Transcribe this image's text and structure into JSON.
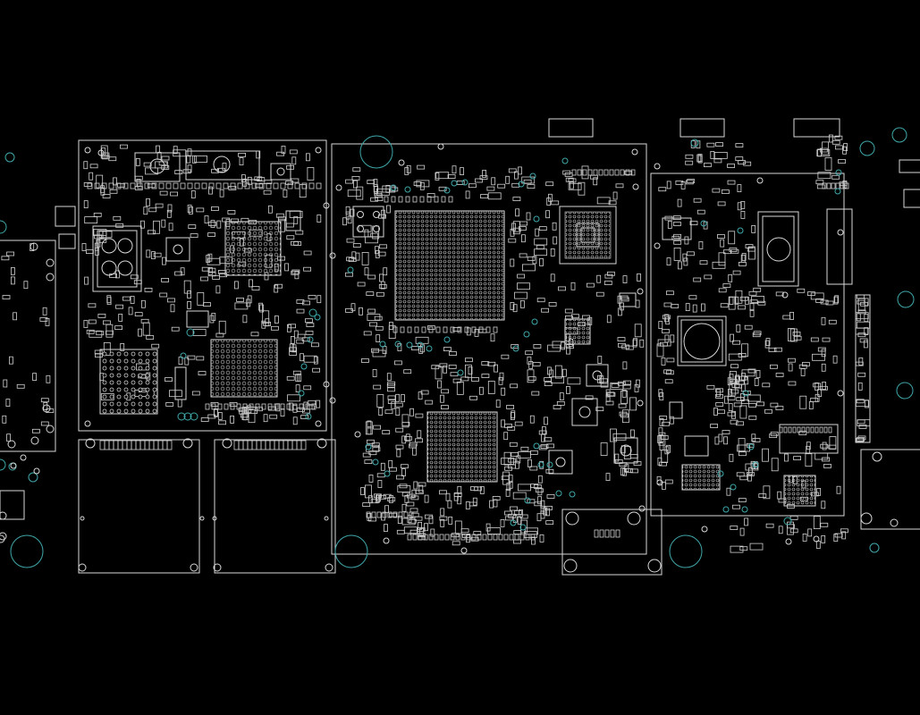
{
  "viewer": {
    "background": "#000000",
    "outline_color": "#d8d8d8",
    "via_color": "#3fa7aa"
  },
  "icons": {
    "component": "rect-outline",
    "via": "circle-outline",
    "bga": "grid-dots"
  }
}
